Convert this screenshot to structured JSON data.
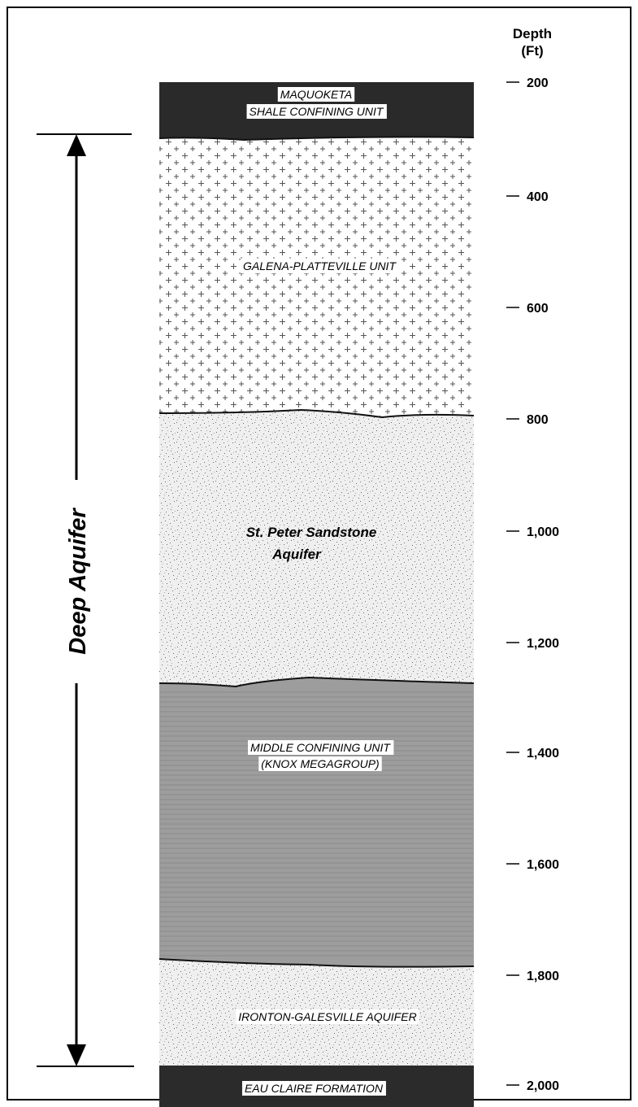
{
  "depth_header": {
    "line1": "Depth",
    "line2": "(Ft)"
  },
  "depth_ticks": [
    "200",
    "400",
    "600",
    "800",
    "1,000",
    "1,200",
    "1,400",
    "1,600",
    "1,800",
    "2,000"
  ],
  "aquifer_label": "Deep Aquifer",
  "layers": [
    {
      "id": "maquoketa",
      "lines": [
        "MAQUOKETA",
        "SHALE CONFINING UNIT"
      ],
      "pattern": "dark",
      "color": "#2a2a2a"
    },
    {
      "id": "galena",
      "lines": [
        "GALENA-PLATTEVILLE UNIT"
      ],
      "pattern": "crosses",
      "color": "#ffffff"
    },
    {
      "id": "stpeter",
      "lines": [
        "St. Peter Sandstone",
        "Aquifer"
      ],
      "pattern": "speckle",
      "color": "#ececec"
    },
    {
      "id": "middle",
      "lines": [
        "MIDDLE CONFINING UNIT",
        "(KNOX MEGAGROUP)"
      ],
      "pattern": "gray",
      "color": "#9a9a9a"
    },
    {
      "id": "ironton",
      "lines": [
        "IRONTON-GALESVILLE AQUIFER"
      ],
      "pattern": "speckle",
      "color": "#ececec"
    },
    {
      "id": "eauclaire",
      "lines": [
        "EAU CLAIRE FORMATION"
      ],
      "pattern": "dark",
      "color": "#2a2a2a"
    }
  ]
}
